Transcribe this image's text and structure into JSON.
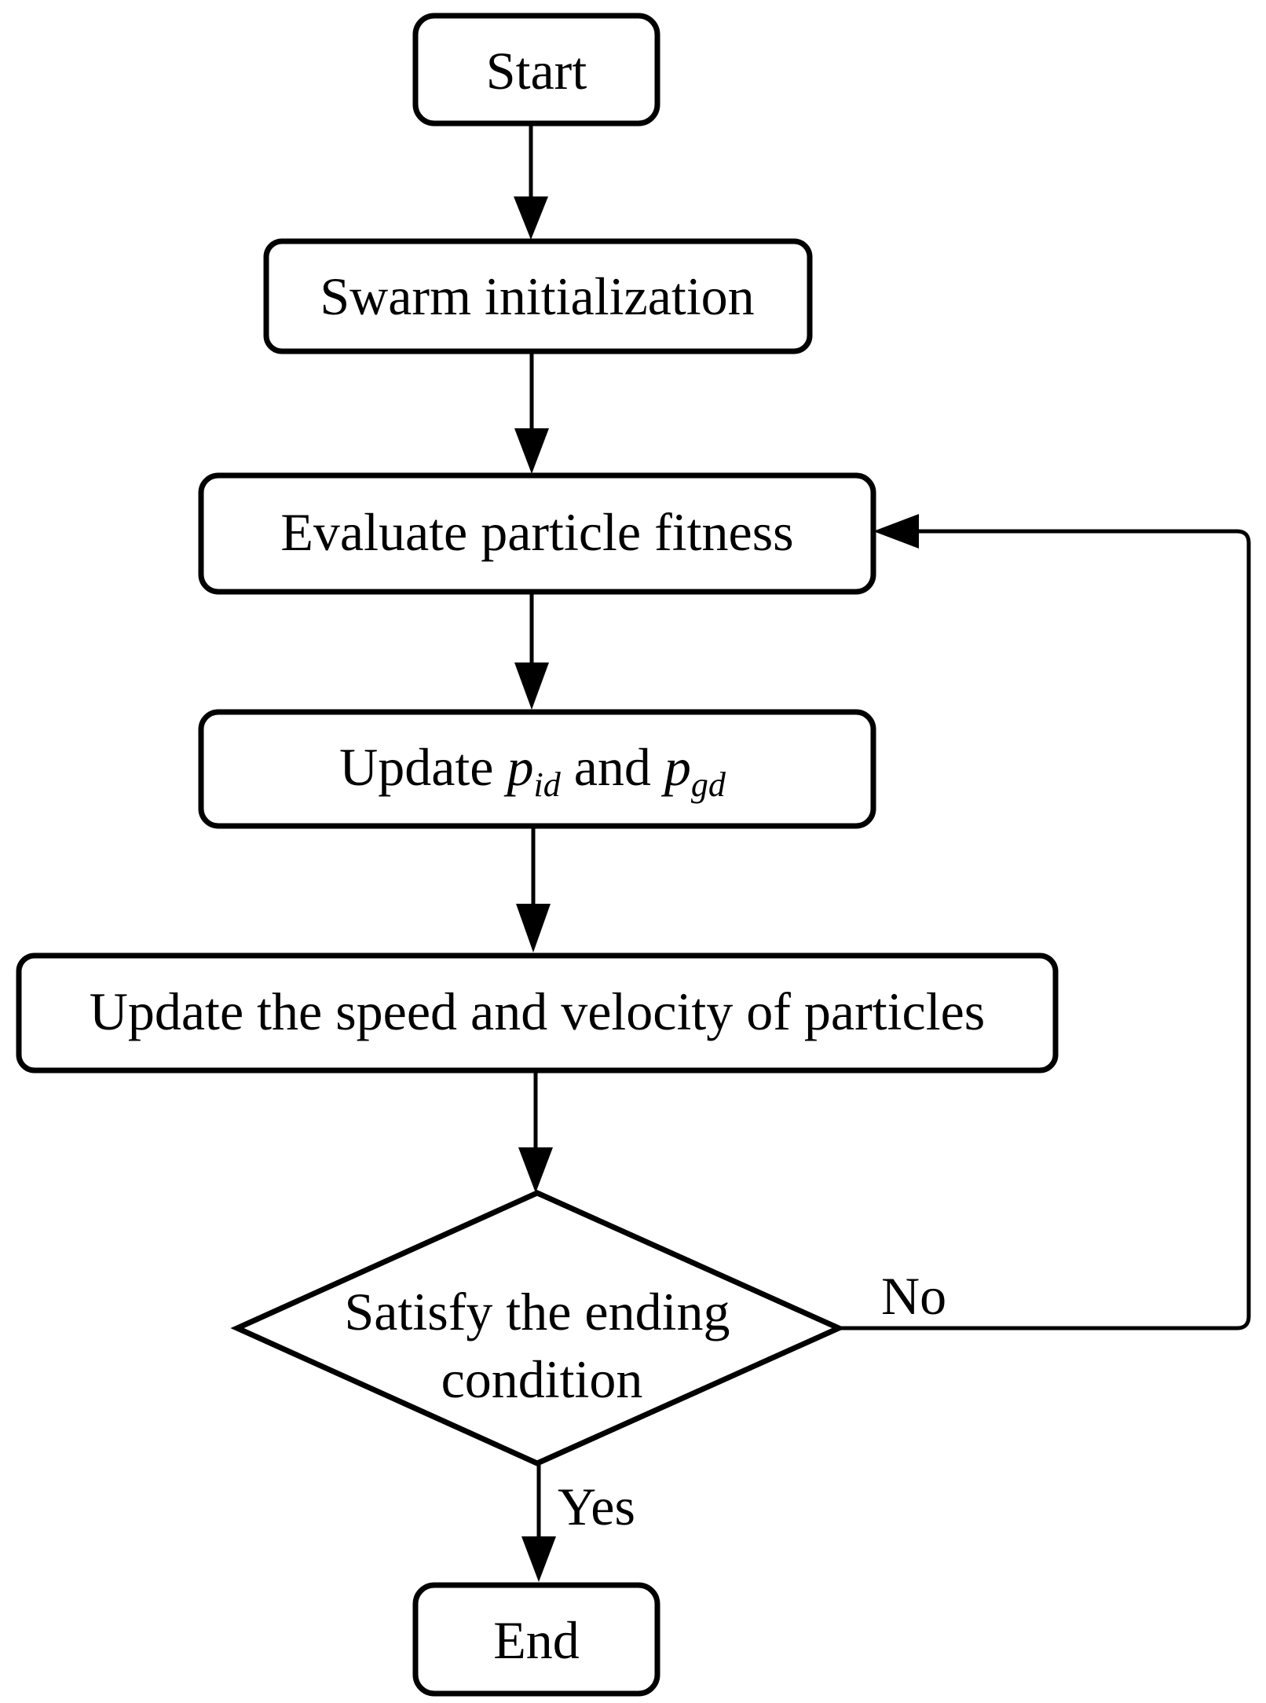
{
  "nodes": {
    "start": "Start",
    "init": "Swarm initialization",
    "evaluate": "Evaluate particle fitness",
    "update_best": {
      "prefix": "Update ",
      "var1": "p",
      "sub1": "id",
      "middle": " and ",
      "var2": "p",
      "sub2": "gd"
    },
    "update_particles": "Update the speed and velocity of particles",
    "decision_line1": "Satisfy the ending",
    "decision_line2": "condition",
    "end": "End"
  },
  "edges": {
    "no_label": "No",
    "yes_label": "Yes"
  }
}
